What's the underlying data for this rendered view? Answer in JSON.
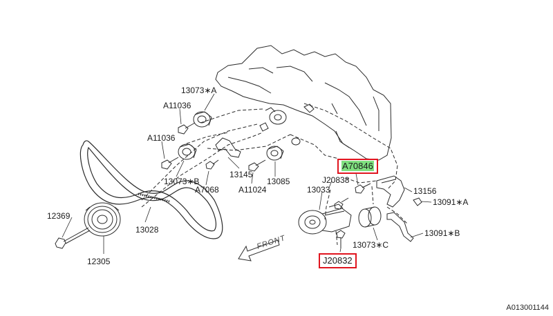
{
  "labels": {
    "p13073a": "13073∗A",
    "a11036_top": "A11036",
    "a11036_mid": "A11036",
    "p13073b": "13073∗B",
    "a7068": "A7068",
    "p13145": "13145",
    "a11024": "A11024",
    "p13085": "13085",
    "p12369": "12369",
    "p13028": "13028",
    "p12305": "12305",
    "j20838": "J20838",
    "p13033": "13033",
    "p13156": "13156",
    "p13091a": "13091∗A",
    "p13091b": "13091∗B",
    "p13073c": "13073∗C"
  },
  "callouts": {
    "a70846": "A70846",
    "j20832": "J20832"
  },
  "front": "FRONT",
  "ref_code": "A013001144",
  "colors": {
    "line": "#2a2a2a",
    "callout_border": "#e0141e",
    "highlight": "#7fe07f"
  }
}
